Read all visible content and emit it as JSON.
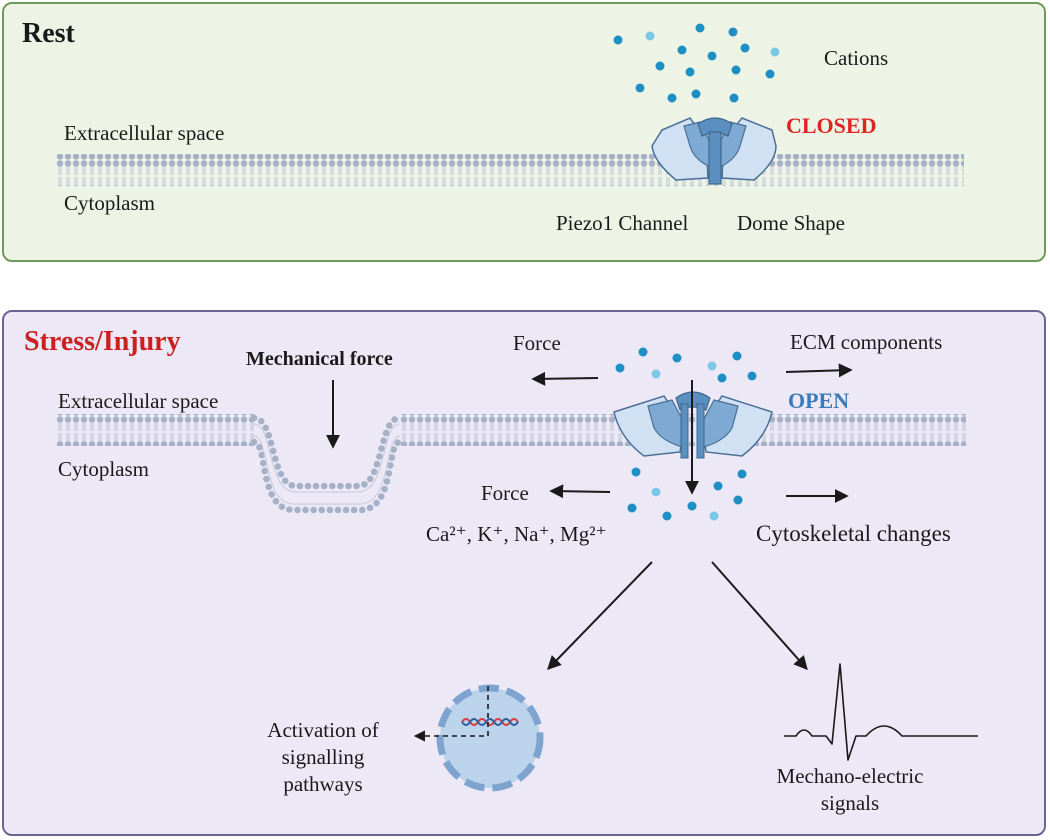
{
  "colors": {
    "rest_bg": "#edf4e6",
    "rest_border": "#6f9a5b",
    "stress_bg": "#ece8f5",
    "stress_border": "#6d6393",
    "membrane": "#a6b1c8",
    "channel_dark": "#5b8fc0",
    "channel_light": "#cfe1f3",
    "ion_dark": "#1e8fc4",
    "ion_light": "#7dc7e6",
    "closed_red": "#e02424",
    "open_blue": "#3b7ab8",
    "title_red": "#cc2020"
  },
  "rest": {
    "title": "Rest",
    "extracellular": "Extracellular space",
    "cytoplasm": "Cytoplasm",
    "cations": "Cations",
    "state": "CLOSED",
    "channel_label": "Piezo1 Channel",
    "dome_label": "Dome Shape"
  },
  "stress": {
    "title": "Stress/Injury",
    "mechanical_force": "Mechanical force",
    "extracellular": "Extracellular space",
    "cytoplasm": "Cytoplasm",
    "force_top": "Force",
    "force_bottom": "Force",
    "ecm": "ECM components",
    "state": "OPEN",
    "cytoskeletal": "Cytoskeletal changes",
    "ions": "Ca²⁺, K⁺, Na⁺, Mg²⁺",
    "activation": [
      "Activation of",
      "signalling",
      "pathways"
    ],
    "mechano": [
      "Mechano-electric",
      "signals"
    ]
  }
}
